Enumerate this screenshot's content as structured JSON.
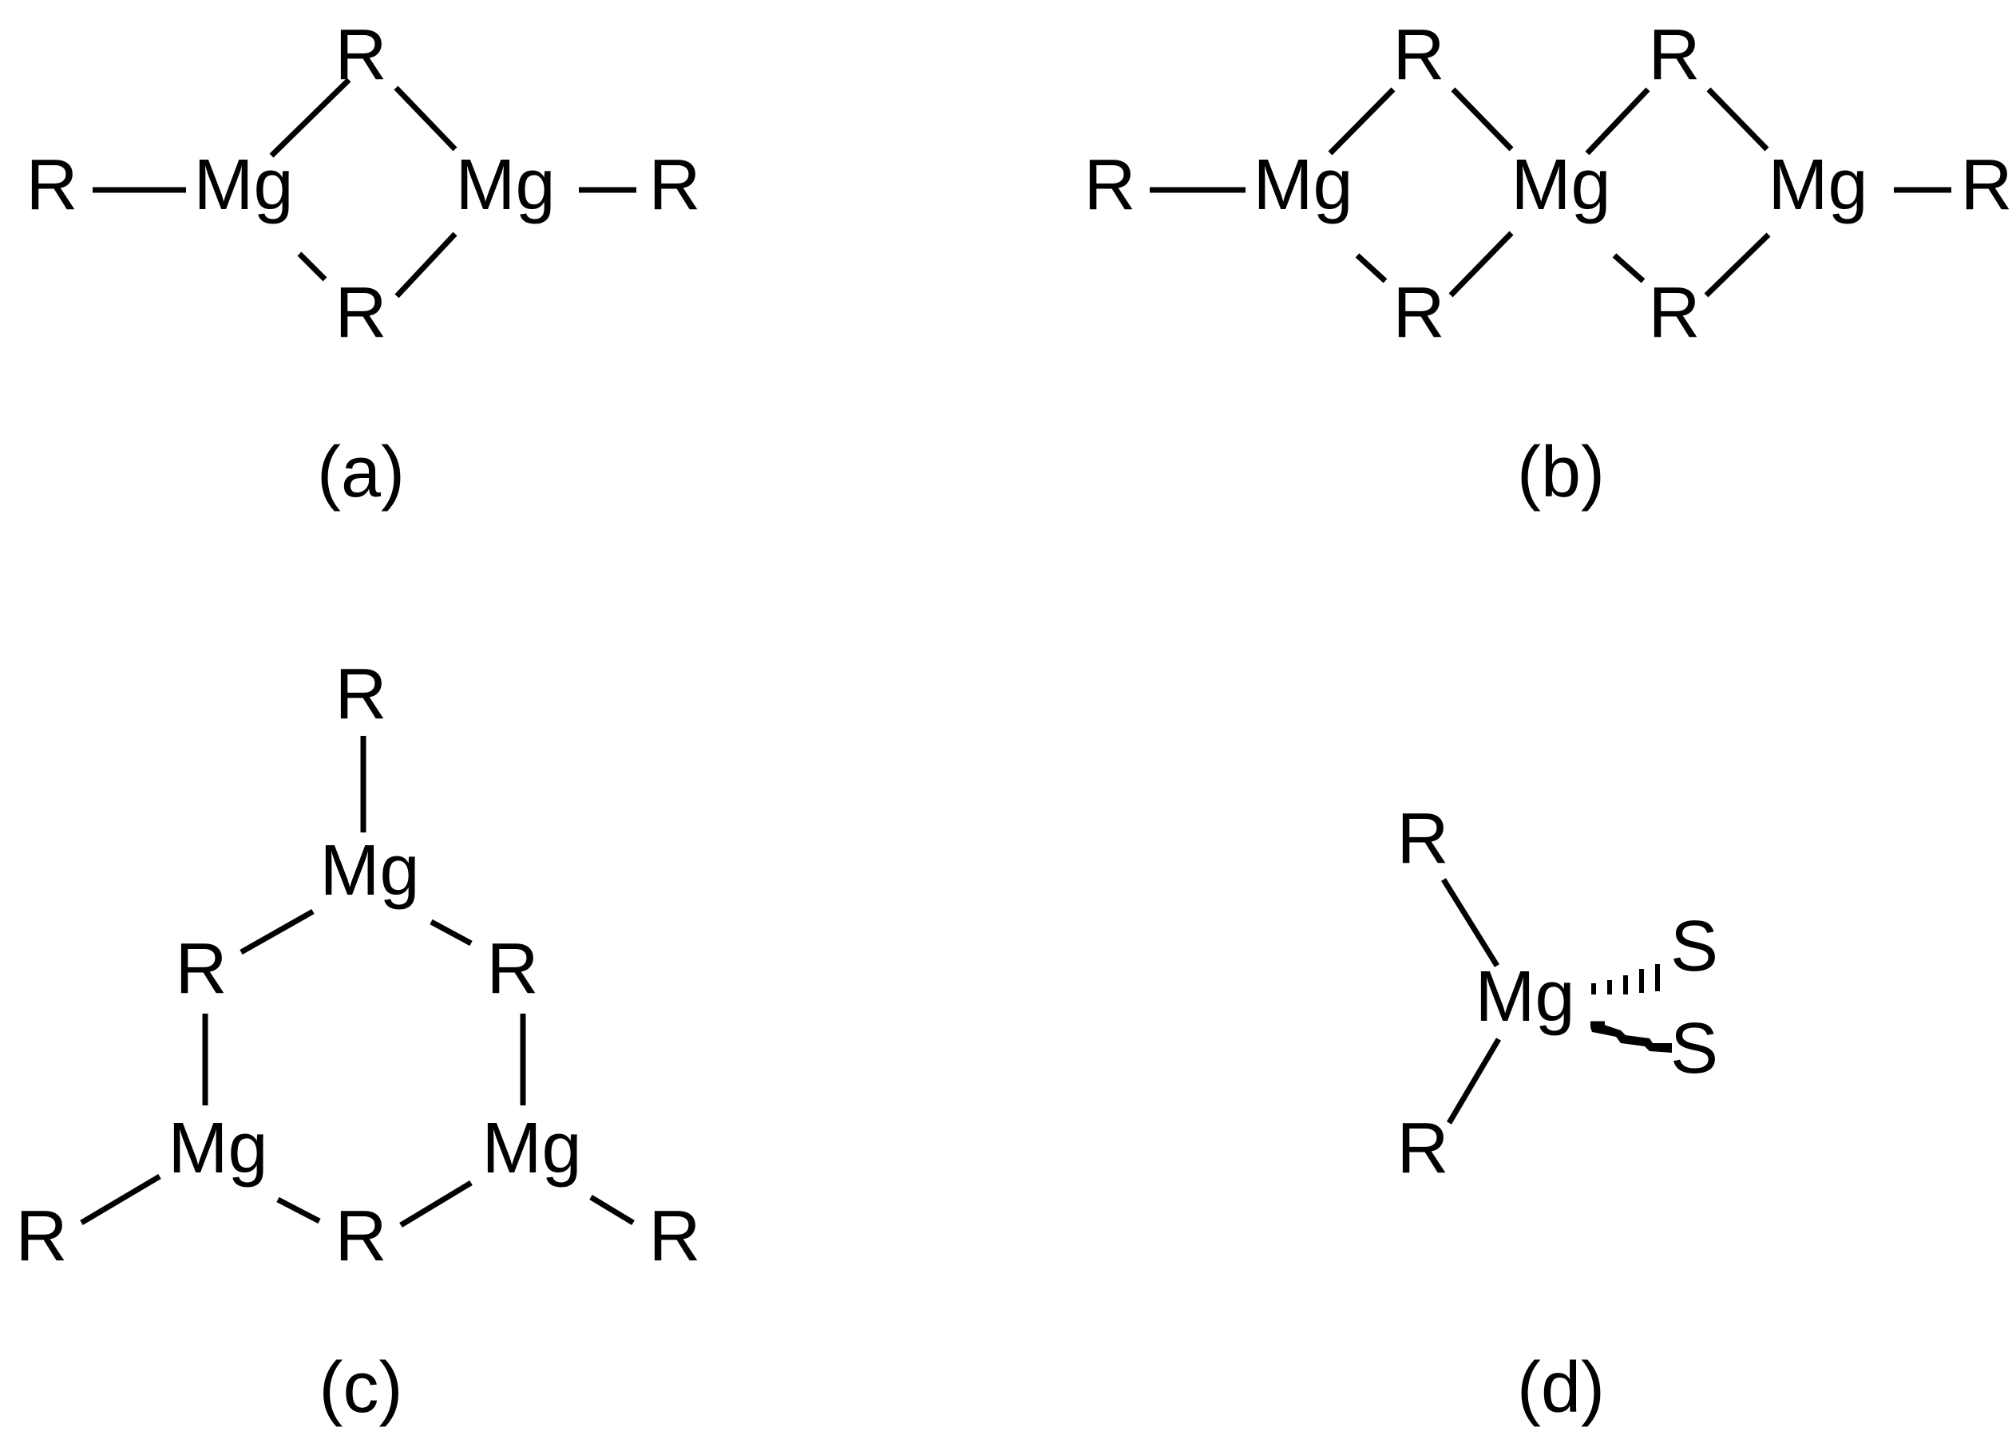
{
  "colors": {
    "ink": "#000000",
    "background": "#ffffff"
  },
  "labels": {
    "mg": "Mg",
    "r": "R",
    "s": "S"
  },
  "captions": {
    "a": "(a)",
    "b": "(b)",
    "c": "(c)",
    "d": "(d)"
  }
}
